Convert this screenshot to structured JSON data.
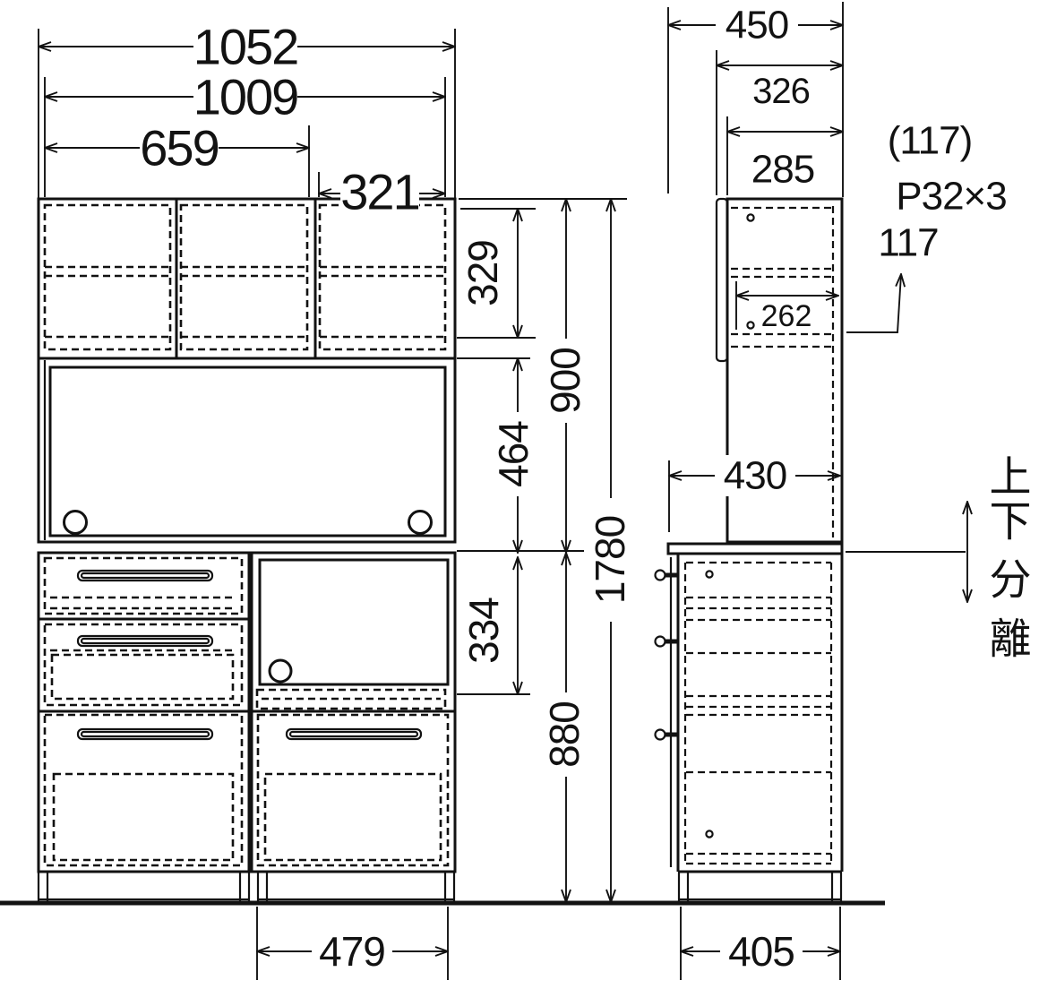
{
  "front": {
    "overall_width": "1052",
    "inner_width": "1009",
    "left_width": "659",
    "right_width": "321",
    "top_shelf_height": "329",
    "upper_height": "900",
    "sliding_height": "464",
    "total_height": "1780",
    "niche_height": "334",
    "lower_height": "880",
    "lower_right_width": "479"
  },
  "side": {
    "overall_depth": "450",
    "door_depth": "326",
    "body_depth": "285",
    "shelf_depth": "262",
    "counter_depth": "430",
    "lower_depth": "405"
  },
  "notes": {
    "gap_top": "(117)",
    "pitch": "P32×3",
    "gap_bottom": "117",
    "split": [
      "上",
      "下",
      "分",
      "離"
    ]
  },
  "colors": {
    "line": "#121212",
    "background": "#ffffff"
  }
}
